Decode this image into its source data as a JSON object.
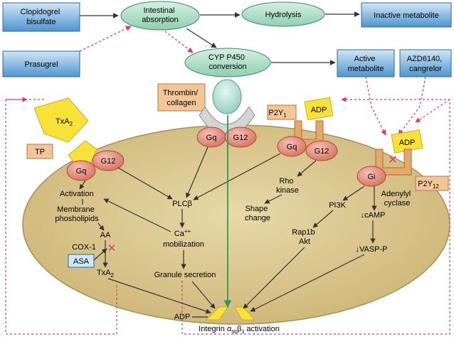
{
  "drugs": {
    "clopidogrel": [
      "Clopidogrel",
      "bisulfate"
    ],
    "prasugrel": "Prasugrel",
    "inactive": "Inactive metabolite",
    "active": [
      "Active",
      "metabolite"
    ],
    "azd": [
      "AZD6140,",
      "cangrelor"
    ]
  },
  "metabolism": {
    "intestinal": [
      "Intestinal",
      "absorption"
    ],
    "hydrolysis": "Hydrolysis",
    "cyp": [
      "CYP P450",
      "conversion"
    ]
  },
  "agonists": {
    "thrombin": [
      "Thrombin/",
      "collagen"
    ],
    "txa2": "TxA",
    "txa2_sub": "2",
    "tp": "TP",
    "p2y1": "P2Y",
    "p2y1_sub": "1",
    "adp": "ADP",
    "adp2": "ADP",
    "p2y12": "P2Y",
    "p2y12_sub": "12"
  },
  "proteins": {
    "gq": "Gq",
    "g12": "G12",
    "gi": "Gi"
  },
  "cell": {
    "activation": "Activation",
    "membrane": [
      "Membrane",
      "phosholipids"
    ],
    "aa": "AA",
    "cox": "COX-1",
    "asa": "ASA",
    "txa2": "TxA",
    "txa2_sub": "2",
    "plcb": "PLCβ",
    "ca": [
      "Ca",
      "mobilization"
    ],
    "ca_sup": "++",
    "granule": "Granule secretion",
    "rho": [
      "Rho",
      "kinase"
    ],
    "shape": [
      "Shape",
      "change"
    ],
    "pi3k": "PI3K",
    "rap": [
      "Rap1b",
      "Akt"
    ],
    "adenylyl": [
      "Adenylyl",
      "cyclase"
    ],
    "camp": "↓cAMP",
    "vasp": "↓VASP-P",
    "adp_bottom": "ADP",
    "integrin_pre": "Integrin α",
    "integrin_sub": "IIb",
    "integrin_beta": "β",
    "integrin_beta_sub": "3",
    "integrin_post": " activation"
  },
  "colors": {
    "blue_box": "#5aa0d6",
    "green_oval": "#a8dcc4",
    "cell_fill": "#d9c58f",
    "orange_box": "#f5c59a",
    "yellow": "#f8e23a",
    "gprotein": "#e88a7a",
    "receptor": "#e6a86a",
    "inhibit": "#d63a6e",
    "integrin_line": "#2e9a55"
  }
}
